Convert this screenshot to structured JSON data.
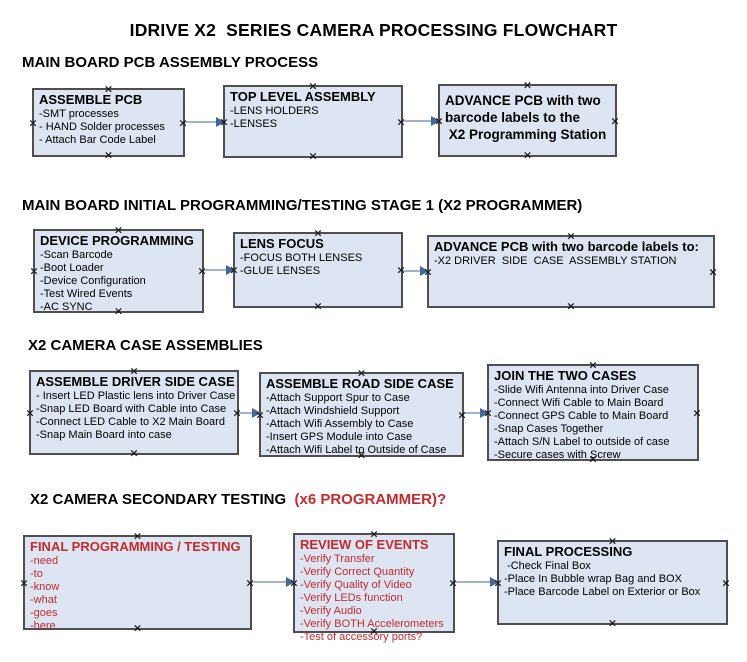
{
  "page_title": "IDRIVE X2  SERIES CAMERA PROCESSING FLOWCHART",
  "icons": {
    "connection_point": "×"
  },
  "colors": {
    "box_fill": "#dce5f1",
    "box_border": "#4f4f4f",
    "red_text": "#c52a2d",
    "arrow_line": "#9fb3cb",
    "arrow_head": "#44679b"
  },
  "sections": [
    {
      "heading": "MAIN BOARD PCB ASSEMBLY PROCESS",
      "boxes": [
        {
          "title": "ASSEMBLE PCB",
          "items": [
            "-SMT processes",
            "- HAND Solder processes",
            "- Attach Bar Code Label"
          ]
        },
        {
          "title": "TOP LEVEL ASSEMBLY",
          "items": [
            "-LENS HOLDERS",
            "-LENSES"
          ]
        },
        {
          "bold_lines": [
            "ADVANCE PCB with two",
            "barcode labels to the",
            " X2 Programming Station"
          ]
        }
      ]
    },
    {
      "heading": "MAIN BOARD INITIAL PROGRAMMING/TESTING STAGE 1 (X2 PROGRAMMER)",
      "boxes": [
        {
          "title": "DEVICE PROGRAMMING",
          "items": [
            "-Scan Barcode",
            "-Boot Loader",
            "-Device Configuration",
            "-Test Wired Events",
            "-AC SYNC"
          ]
        },
        {
          "title": "LENS FOCUS",
          "items": [
            "-FOCUS BOTH LENSES",
            "-GLUE LENSES"
          ]
        },
        {
          "title": "ADVANCE PCB with two barcode labels to:",
          "items": [
            "-X2 DRIVER  SIDE  CASE  ASSEMBLY STATION"
          ]
        }
      ]
    },
    {
      "heading": "X2 CAMERA CASE ASSEMBLIES",
      "boxes": [
        {
          "title": "ASSEMBLE DRIVER SIDE CASE",
          "items": [
            "- Insert LED Plastic lens into Driver Case",
            "-Snap LED Board with Cable into Case",
            "-Connect LED Cable to X2 Main Board",
            "-Snap Main Board into case"
          ]
        },
        {
          "title": "ASSEMBLE ROAD SIDE CASE",
          "items": [
            "-Attach Support Spur to Case",
            "-Attach Windshield Support",
            "-Attach Wifi Assembly to Case",
            "-Insert GPS Module into Case",
            "-Attach Wifi Label to Outside of Case"
          ]
        },
        {
          "title": "JOIN THE TWO CASES",
          "items": [
            "-Slide Wifi Antenna into Driver Case",
            "-Connect Wifi Cable to Main Board",
            "-Connect GPS Cable to Main Board",
            "-Snap Cases Together",
            "-Attach S/N Label to outside of case",
            "-Secure cases with Screw"
          ]
        }
      ]
    },
    {
      "heading": "X2 CAMERA SECONDARY TESTING  ",
      "heading_red": "(x6 PROGRAMMER)?",
      "boxes": [
        {
          "title": "FINAL PROGRAMMING / TESTING",
          "items": [
            "-need",
            "-to",
            "-know",
            "-what",
            "-goes",
            "-here"
          ]
        },
        {
          "title": "REVIEW OF EVENTS",
          "items": [
            "-Verify Transfer",
            "-Verify Correct Quantity",
            "-Verify Quality of Video",
            "-Verify LEDs function",
            "-Verify Audio",
            "-Verify BOTH Accelerometers",
            "-Test of accessory ports?"
          ]
        },
        {
          "title": "FINAL PROCESSING",
          "items": [
            " -Check Final Box",
            "-Place In Bubble wrap Bag and BOX",
            "-Place Barcode Label on Exterior or Box"
          ]
        }
      ]
    }
  ]
}
